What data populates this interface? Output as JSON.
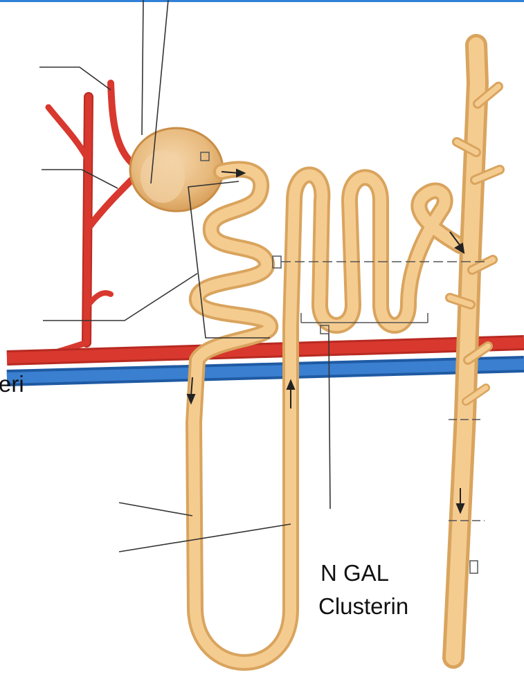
{
  "colors": {
    "header_rule": "#2f80d6",
    "tubule_fill": "#f5cc90",
    "tubule_edge": "#d9a45e",
    "artery": "#d8382e",
    "artery_dark": "#b82a22",
    "vein": "#2a6fc0",
    "glomerulus": "#ecc28c",
    "leader_lines": "#333333"
  },
  "labels": {
    "partial_label": "eri",
    "marker_line1": "N GAL",
    "marker_line2": "Clusterin"
  }
}
